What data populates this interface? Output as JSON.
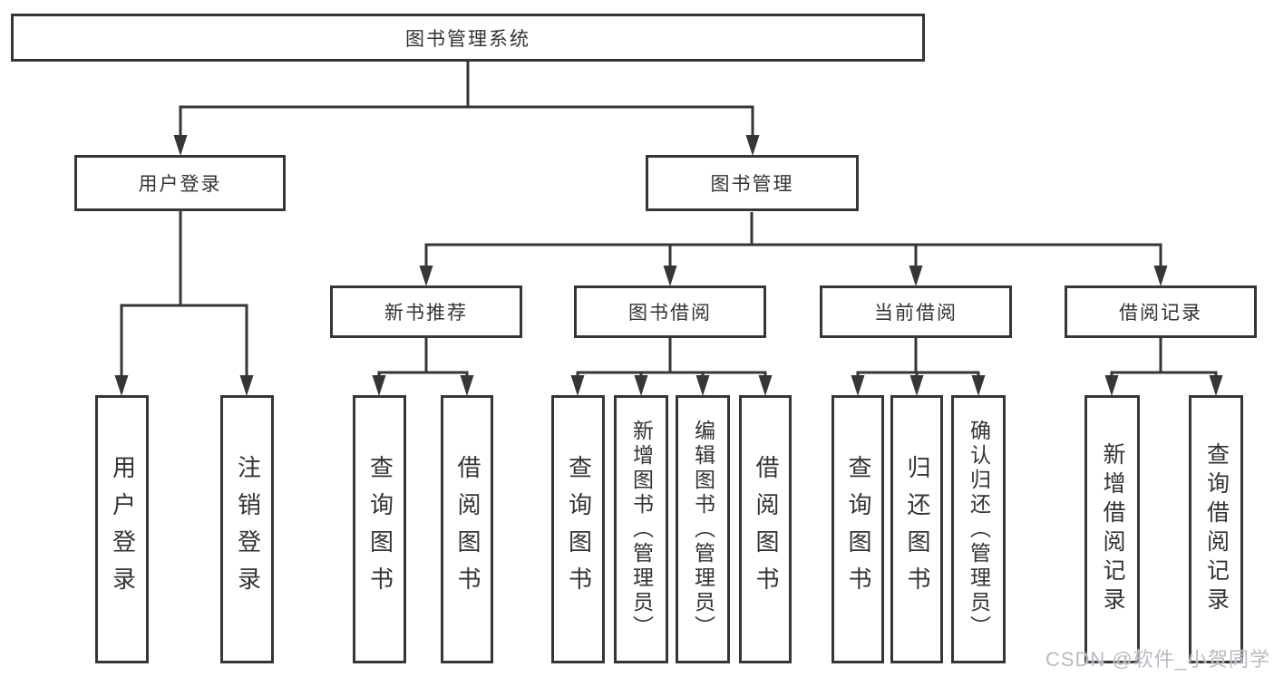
{
  "diagram": {
    "type": "tree",
    "root": {
      "label": "图书管理系统",
      "children": [
        {
          "label": "用户登录",
          "children": [
            {
              "label": "用户登录"
            },
            {
              "label": "注销登录"
            }
          ]
        },
        {
          "label": "图书管理",
          "children": [
            {
              "label": "新书推荐",
              "children": [
                {
                  "label": "查询图书"
                },
                {
                  "label": "借阅图书"
                }
              ]
            },
            {
              "label": "图书借阅",
              "children": [
                {
                  "label": "查询图书"
                },
                {
                  "label": "新增图书（管理员）"
                },
                {
                  "label": "编辑图书（管理员）"
                },
                {
                  "label": "借阅图书"
                }
              ]
            },
            {
              "label": "当前借阅",
              "children": [
                {
                  "label": "查询图书"
                },
                {
                  "label": "归还图书"
                },
                {
                  "label": "确认归还（管理员）"
                }
              ]
            },
            {
              "label": "借阅记录",
              "children": [
                {
                  "label": "新增借阅记录"
                },
                {
                  "label": "查询借阅记录"
                }
              ]
            }
          ]
        }
      ]
    }
  },
  "colors": {
    "line": "#363636",
    "box_border": "#363636",
    "box_fill": "#ffffff",
    "text": "#333333",
    "background": "#ffffff",
    "watermark": "#b7bbc1"
  },
  "watermark": {
    "text": "CSDN @软件_小贺同学"
  }
}
